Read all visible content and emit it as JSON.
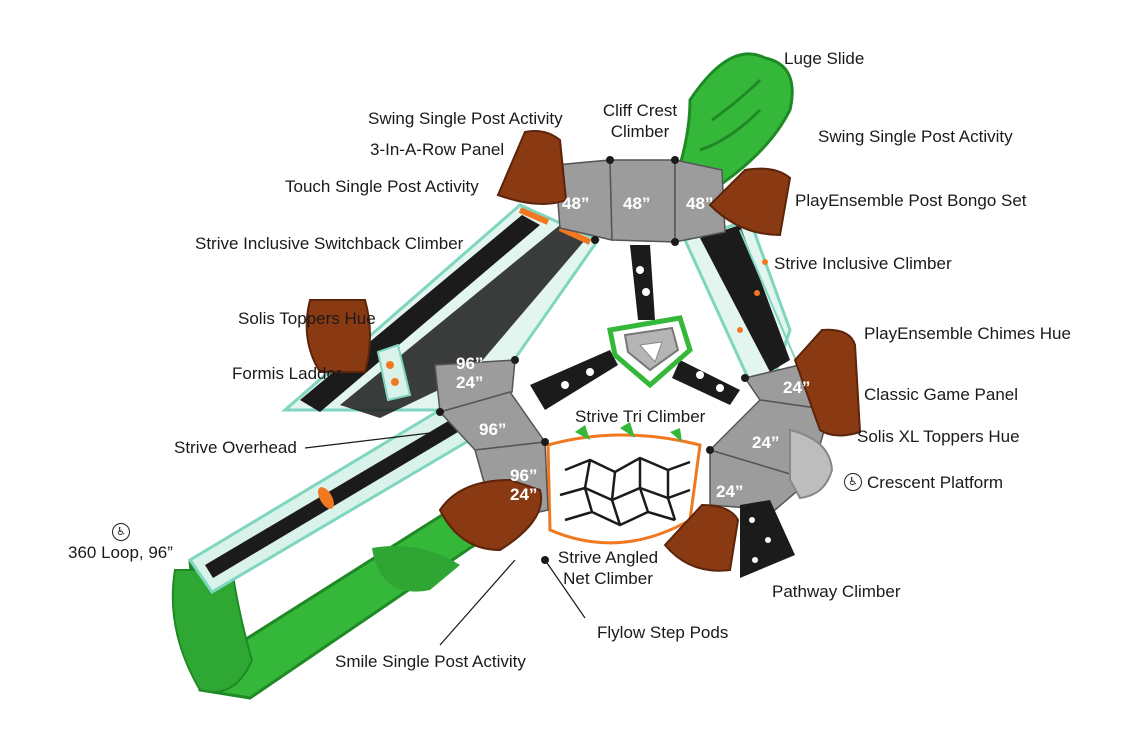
{
  "colors": {
    "slide_green": "#35b83a",
    "slide_dark": "#1f8a25",
    "deck_gray": "#9c9c9c",
    "topper_brown": "#8a3a12",
    "rail_mint": "#7fd6c0",
    "orange": "#f07820",
    "black": "#1b1b1b",
    "white": "#ffffff"
  },
  "labels": {
    "luge_slide": "Luge Slide",
    "swing_single_post_left": "Swing Single Post Activity",
    "cliff_crest": "Cliff Crest Climber",
    "three_in_a_row": "3-In-A-Row Panel",
    "swing_single_post_right": "Swing Single Post Activity",
    "touch_single_post": "Touch Single Post Activity",
    "playensemble_bongo": "PlayEnsemble Post Bongo Set",
    "strive_switchback": "Strive Inclusive Switchback Climber",
    "strive_inclusive": "Strive Inclusive Climber",
    "solis_toppers": "Solis Toppers Hue",
    "playensemble_chimes": "PlayEnsemble Chimes Hue",
    "formis_ladder": "Formis Ladder",
    "classic_game": "Classic Game Panel",
    "strive_tri": "Strive Tri Climber",
    "strive_overhead": "Strive Overhead",
    "solis_xl": "Solis XL Toppers Hue",
    "crescent_platform": "Crescent Platform",
    "loop_360": "360 Loop, 96”",
    "strive_angled": "Strive Angled Net Climber",
    "pathway": "Pathway Climber",
    "flylow": "Flylow Step Pods",
    "smile_single_post": "Smile Single Post Activity"
  },
  "deck_heights": {
    "top_left": "48”",
    "top_center": "48”",
    "top_right": "48”",
    "left_upper_a": "96”",
    "left_upper_b": "24”",
    "left_mid": "96”",
    "left_lower_a": "96”",
    "left_lower_b": "24”",
    "right_upper": "24”",
    "right_mid": "24”",
    "right_lower": "24”"
  },
  "icons": {
    "accessible": "wheelchair-accessible-icon"
  }
}
